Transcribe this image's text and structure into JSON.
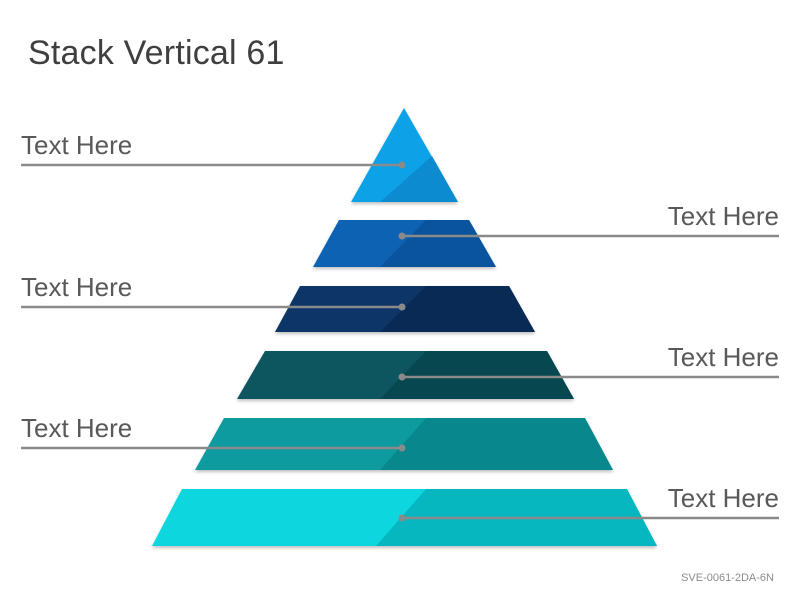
{
  "title": "Stack Vertical 61",
  "levels": [
    {
      "label": "Text Here",
      "side": "left",
      "color": "#0ea2e8",
      "shade": "#0d8bd0"
    },
    {
      "label": "Text Here",
      "side": "right",
      "color": "#0a62b4",
      "shade": "#0a539d"
    },
    {
      "label": "Text Here",
      "side": "left",
      "color": "#0c3468",
      "shade": "#092a55"
    },
    {
      "label": "Text Here",
      "side": "right",
      "color": "#095660",
      "shade": "#074850"
    },
    {
      "label": "Text Here",
      "side": "left",
      "color": "#0a9ba0",
      "shade": "#08878c"
    },
    {
      "label": "Text Here",
      "side": "right",
      "color": "#07d6de",
      "shade": "#06b7c0"
    }
  ],
  "footer_code": "SVE-0061-2DA-6N",
  "leader_color": "#8a8a8a"
}
